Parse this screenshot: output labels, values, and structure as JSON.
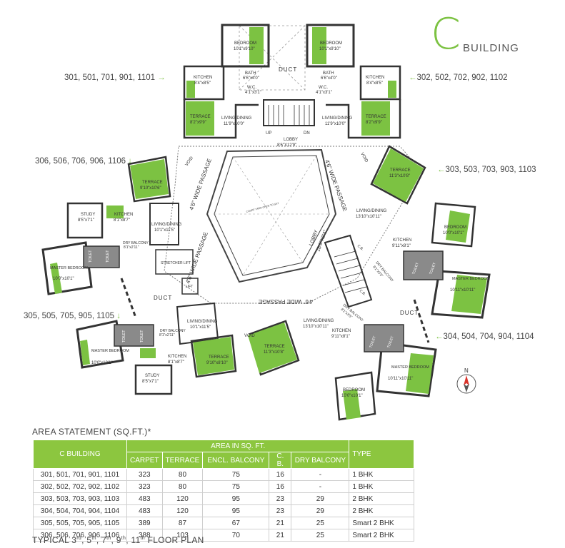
{
  "header": {
    "letter": "C",
    "word": "BUILDING"
  },
  "unit_labels": {
    "u301": "301, 501, 701, 901, 1101",
    "u302": "302, 502, 702, 902, 1102",
    "u303": "303, 503, 703, 903, 1103",
    "u304": "304, 504, 704, 904, 1104",
    "u305": "305, 505, 705, 905, 1105",
    "u306": "306, 506, 706, 906, 1106"
  },
  "rooms": {
    "bedroom_a": {
      "name": "BEDROOM",
      "size": "10'1\"x9'10\""
    },
    "bedroom_b": {
      "name": "BEDROOM",
      "size": "10'1\"x9'10\""
    },
    "bath_a": {
      "name": "BATH",
      "size": "6'6\"x4'0\""
    },
    "bath_b": {
      "name": "BATH",
      "size": "6'6\"x4'0\""
    },
    "wc_a": {
      "name": "W.C.",
      "size": "4'1\"x3'1\""
    },
    "wc_b": {
      "name": "W.C.",
      "size": "4'1\"x3'1\""
    },
    "duct_top": "DUCT",
    "kitchen_a": {
      "name": "KITCHEN",
      "size": "8'4\"x8'5\""
    },
    "kitchen_b": {
      "name": "KITCHEN",
      "size": "8'4\"x8'5\""
    },
    "terrace_a": {
      "name": "TERRACE",
      "size": "8'2\"x9'9\""
    },
    "terrace_b": {
      "name": "TERRACE",
      "size": "8'2\"x9'9\""
    },
    "living_a": {
      "name": "LIVING/DINING",
      "size": "11'9\"x10'0\""
    },
    "living_b": {
      "name": "LIVING/DINING",
      "size": "11'9\"x10'0\""
    },
    "lobby_top": {
      "name": "LOBBY",
      "size": "8'6\"X12'9\""
    },
    "up": "UP",
    "dn": "DN",
    "void": "VOID",
    "passage": "4'6\" WIDE PASSAGE",
    "court": "COURT YARD OPEN TO SKY",
    "terrace_306": {
      "name": "TERRACE",
      "size": "9'10\"x10'6\""
    },
    "study_306": {
      "name": "STUDY",
      "size": "8'5\"x7'1\""
    },
    "kitchen_306": {
      "name": "KITCHEN",
      "size": "8'1\"x8'7\""
    },
    "living_306": {
      "name": "LIVING/DINING",
      "size": "10'1\"x11'5\""
    },
    "drybal_306": {
      "name": "DRY BALCONY",
      "size": "8'1\"x2'11\""
    },
    "master_306": {
      "name": "MASTER BEDROOM",
      "size": "10'0\"x10'1\""
    },
    "toilet": "TOILET",
    "stretcher": "STRETCHER LIFT",
    "lift": "LIFT",
    "duct_left": "DUCT",
    "living_305": {
      "name": "LIVING/DINING",
      "size": "10'1\"x11'5\""
    },
    "drybal_305": {
      "name": "DRY BALCONY",
      "size": "8'1\"x2'11\""
    },
    "master_305": {
      "name": "MASTER BEDROOM",
      "size": "10'0\"x10'1\""
    },
    "kitchen_305": {
      "name": "KITCHEN",
      "size": "8'1\"x8'7\""
    },
    "terrace_305": {
      "name": "TERRACE",
      "size": "9'10\"x8'10\""
    },
    "study_305": {
      "name": "STUDY",
      "size": "8'5\"x7'1\""
    },
    "terrace_303": {
      "name": "TERRACE",
      "size": "11'3\"x10'8\""
    },
    "living_303": {
      "name": "LIVING/DINING",
      "size": "13'10\"x10'11\""
    },
    "bedroom_303": {
      "name": "BEDROOM",
      "size": "10'0\"x10'1\""
    },
    "kitchen_303": {
      "name": "KITCHEN",
      "size": "9'11\"x8'1\""
    },
    "drybal_303": {
      "name": "DRY BALCONY",
      "size": "8'1\"x3'5\""
    },
    "master_303": {
      "name": "MASTER BEDROOM",
      "size": "10'11\"x10'11\""
    },
    "lobby_right": {
      "name": "LOBBY",
      "size": "18'6\"X8'4\""
    },
    "cb": "C.B.",
    "drybal_304": {
      "name": "DRY BALCONY",
      "size": "8'1\"x3'5\""
    },
    "duct_right": "DUCT",
    "living_304": {
      "name": "LIVING/DINING",
      "size": "13'10\"x10'11\""
    },
    "kitchen_304": {
      "name": "KITCHEN",
      "size": "9'11\"x8'1\""
    },
    "terrace_304": {
      "name": "TERRACE",
      "size": "11'3\"x10'8\""
    },
    "master_304": {
      "name": "MASTER BEDROOM",
      "size": "10'11\"x10'11\""
    },
    "bedroom_304": {
      "name": "BEDROOM",
      "size": "10'0\"x10'1\""
    },
    "north": "N"
  },
  "area_statement": {
    "title": "AREA STATEMENT (SQ.FT.)*",
    "col_building": "C BUILDING",
    "col_group": "AREA IN SQ. FT.",
    "columns": [
      "CARPET",
      "TERRACE",
      "ENCL. BALCONY",
      "C. B.",
      "DRY BALCONY"
    ],
    "col_type": "TYPE",
    "rows": [
      [
        "301, 501, 701, 901, 1101",
        "323",
        "80",
        "75",
        "16",
        "-",
        "1 BHK"
      ],
      [
        "302, 502, 702, 902, 1102",
        "323",
        "80",
        "75",
        "16",
        "-",
        "1 BHK"
      ],
      [
        "303, 503, 703, 903, 1103",
        "483",
        "120",
        "95",
        "23",
        "29",
        "2 BHK"
      ],
      [
        "304, 504, 704, 904, 1104",
        "483",
        "120",
        "95",
        "23",
        "29",
        "2 BHK"
      ],
      [
        "305, 505, 705, 905, 1105",
        "389",
        "87",
        "67",
        "21",
        "25",
        "Smart 2 BHK"
      ],
      [
        "306, 506, 706, 906, 1106",
        "388",
        "103",
        "70",
        "21",
        "25",
        "Smart 2 BHK"
      ]
    ]
  },
  "footer": {
    "pre": "TYPICAL 3",
    "s1": "rd",
    "t2": ", 5",
    "s2": "th",
    "t3": ", 7",
    "s3": "th",
    "t4": ", 9",
    "s4": "th",
    "t5": ", 11",
    "s5": "th",
    "post": " FLOOR PLAN"
  },
  "colors": {
    "green": "#7cc242",
    "wall": "#333333",
    "grey_wet": "#8a8a8a"
  }
}
